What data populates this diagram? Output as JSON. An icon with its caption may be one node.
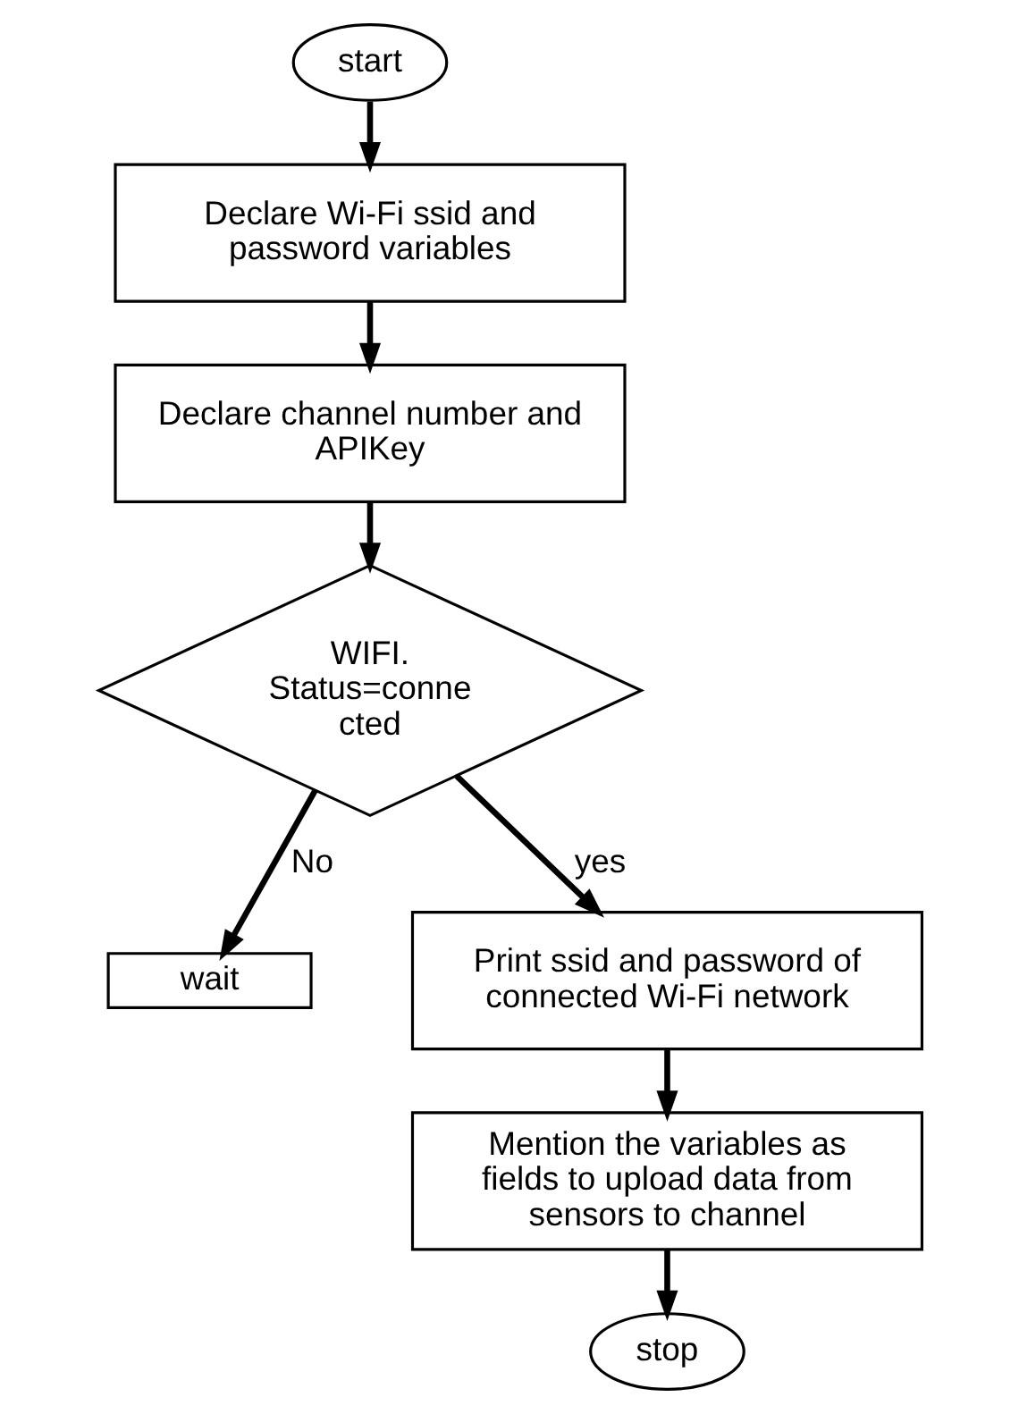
{
  "diagram": {
    "nodes": [
      {
        "text": [
          "start"
        ]
      },
      {
        "text": [
          "Declare Wi-Fi ssid and password variables"
        ]
      },
      {
        "text": [
          "Declare channel number and APIKey"
        ]
      },
      {
        "text": [
          "WIFI. Status=conne cted"
        ]
      },
      {
        "text": [
          "wait"
        ]
      },
      {
        "text": [
          "Print ssid and password of connected Wi-Fi network"
        ]
      },
      {
        "text": [
          "Mention the variables as fields to upload data from sensors to channel"
        ]
      },
      {
        "text": [
          "stop"
        ]
      }
    ],
    "edges": [
      {
        "from": 0,
        "to": 1,
        "arrow": "to"
      },
      {
        "from": 1,
        "to": 2,
        "arrow": "to"
      },
      {
        "from": 2,
        "to": 3,
        "arrow": "to"
      },
      {
        "from": 3,
        "to": 4,
        "arrow": "to",
        "label": "No"
      },
      {
        "from": 3,
        "to": 5,
        "arrow": "to",
        "label": "yes"
      },
      {
        "from": 5,
        "to": 6,
        "arrow": "to"
      },
      {
        "from": 6,
        "to": 7,
        "arrow": "to"
      }
    ]
  }
}
